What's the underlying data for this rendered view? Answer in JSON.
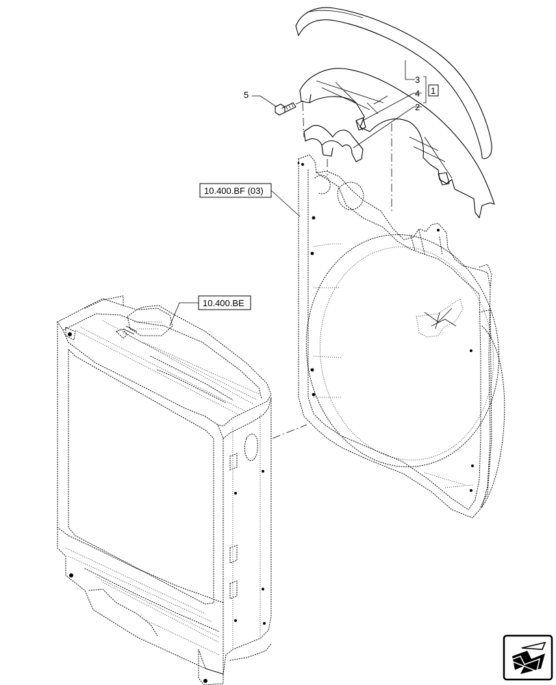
{
  "callouts": {
    "item_5": "5",
    "item_3": "3",
    "item_4": "4",
    "item_1": "1",
    "item_2": "2"
  },
  "references": {
    "fan_shroud_ref": "10.400.BF (03)",
    "radiator_ref": "10.400.BE"
  },
  "icons": {
    "nav_arrow": "next-page-arrow-icon"
  }
}
